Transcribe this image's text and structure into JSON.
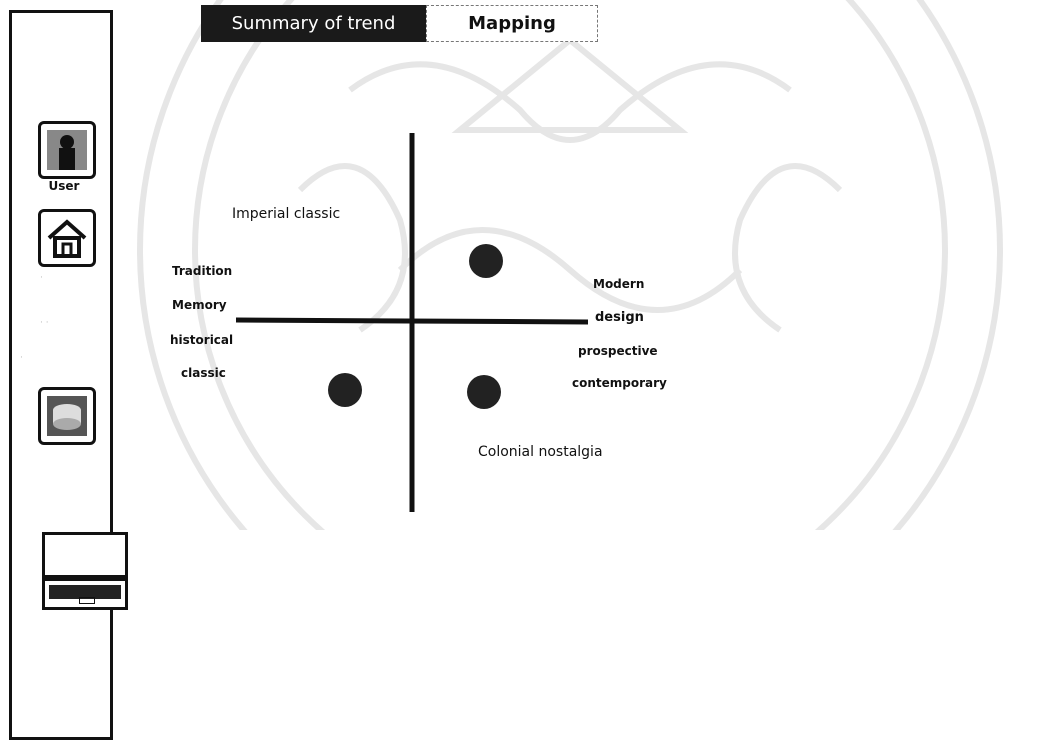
{
  "tabs": [
    {
      "label": "Summary of trend",
      "active": true
    },
    {
      "label": "Mapping",
      "active": false
    }
  ],
  "sidebar": {
    "user_label": "User",
    "icons": [
      "user-icon",
      "home-icon",
      "storage-icon",
      "laptop-icon"
    ]
  },
  "map": {
    "quadrant_top_left": "Imperial classic",
    "quadrant_bottom_right": "Colonial nostalgia",
    "left_terms": [
      "Tradition",
      "Memory",
      "historical",
      "classic"
    ],
    "right_terms": [
      "Modern",
      "design",
      "prospective",
      "contemporary"
    ],
    "dot_color": "#222222"
  },
  "colors": {
    "tab_active_bg": "#1a1a1a",
    "tab_active_text": "#ffffff",
    "border": "#111111"
  }
}
